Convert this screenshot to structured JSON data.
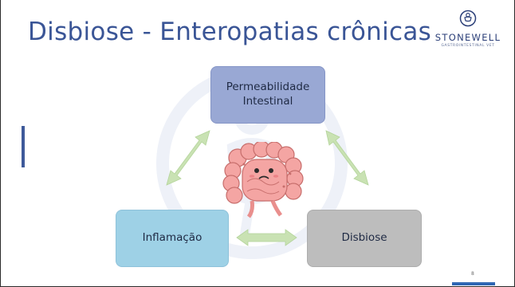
{
  "slide": {
    "title": "Disbiose - Enteropatias crônicas",
    "page_number": "8"
  },
  "logo": {
    "brand": "STONEWELL",
    "subtitle": "GASTROINTESTINAL VET"
  },
  "diagram": {
    "top_box": "Permeabilidade Intestinal",
    "left_box": "Inflamação",
    "right_box": "Disbiose"
  },
  "colors": {
    "title": "#3a5596",
    "top_box": "#99a8d4",
    "left_box": "#9ed1e6",
    "right_box": "#bdbdbd",
    "arrows": "#c9e2b3",
    "gut": "#f4a5a3"
  }
}
